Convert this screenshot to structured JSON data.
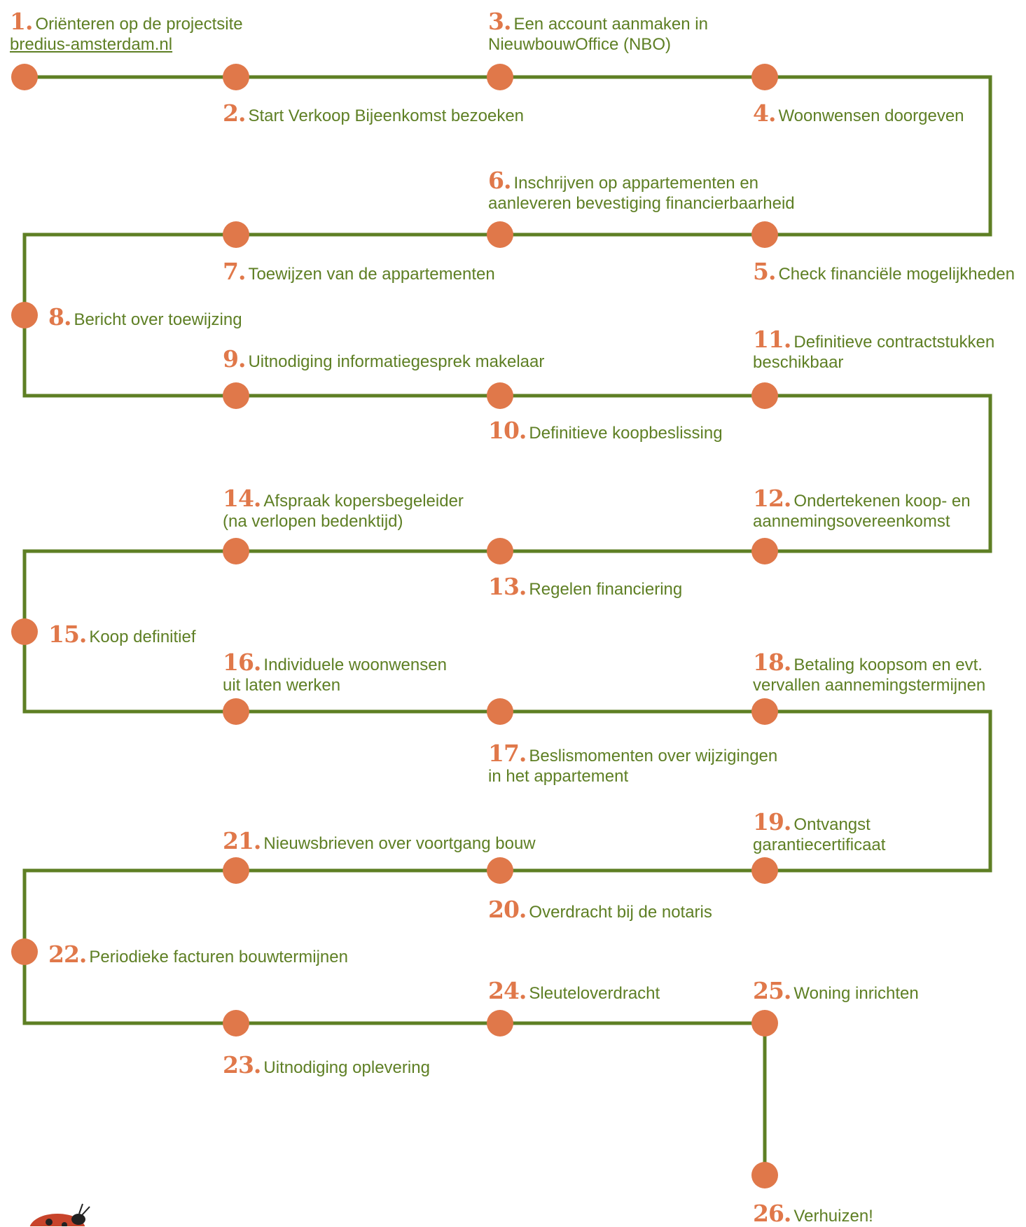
{
  "colors": {
    "line": "#5e7f24",
    "dot": "#e0784a",
    "text": "#5e7f24",
    "number": "#e0784a"
  },
  "steps": [
    {
      "num": "1.",
      "line1": "Oriënteren op de projectsite",
      "line2": "bredius-amsterdam.nl"
    },
    {
      "num": "2.",
      "line1": "Start Verkoop Bijeenkomst bezoeken",
      "line2": ""
    },
    {
      "num": "3.",
      "line1": "Een account aanmaken in",
      "line2": "NieuwbouwOffice (NBO)"
    },
    {
      "num": "4.",
      "line1": "Woonwensen doorgeven",
      "line2": ""
    },
    {
      "num": "5.",
      "line1": "Check financiële mogelijkheden",
      "line2": ""
    },
    {
      "num": "6.",
      "line1": "Inschrijven op appartementen en",
      "line2": "aanleveren bevestiging financierbaarheid"
    },
    {
      "num": "7.",
      "line1": "Toewijzen van de appartementen",
      "line2": ""
    },
    {
      "num": "8.",
      "line1": "Bericht over toewijzing",
      "line2": ""
    },
    {
      "num": "9.",
      "line1": "Uitnodiging informatiegesprek makelaar",
      "line2": ""
    },
    {
      "num": "10.",
      "line1": "Definitieve koopbeslissing",
      "line2": ""
    },
    {
      "num": "11.",
      "line1": "Definitieve contractstukken",
      "line2": "beschikbaar"
    },
    {
      "num": "12.",
      "line1": "Ondertekenen koop- en",
      "line2": "aannemingsovereenkomst"
    },
    {
      "num": "13.",
      "line1": "Regelen financiering",
      "line2": ""
    },
    {
      "num": "14.",
      "line1": "Afspraak kopersbegeleider",
      "line2": "(na verlopen bedenktijd)"
    },
    {
      "num": "15.",
      "line1": "Koop definitief",
      "line2": ""
    },
    {
      "num": "16.",
      "line1": "Individuele woonwensen",
      "line2": "uit laten werken"
    },
    {
      "num": "17.",
      "line1": "Beslismomenten over wijzigingen",
      "line2": "in het appartement"
    },
    {
      "num": "18.",
      "line1": "Betaling koopsom en evt.",
      "line2": "vervallen aannemingstermijnen"
    },
    {
      "num": "19.",
      "line1": "Ontvangst",
      "line2": "garantiecertificaat"
    },
    {
      "num": "20.",
      "line1": "Overdracht bij de notaris",
      "line2": ""
    },
    {
      "num": "21.",
      "line1": "Nieuwsbrieven over voortgang bouw",
      "line2": ""
    },
    {
      "num": "22.",
      "line1": "Periodieke facturen bouwtermijnen",
      "line2": ""
    },
    {
      "num": "23.",
      "line1": "Uitnodiging oplevering",
      "line2": ""
    },
    {
      "num": "24.",
      "line1": "Sleuteloverdracht",
      "line2": ""
    },
    {
      "num": "25.",
      "line1": "Woning inrichten",
      "line2": ""
    },
    {
      "num": "26.",
      "line1": "Verhuizen!",
      "line2": ""
    }
  ]
}
